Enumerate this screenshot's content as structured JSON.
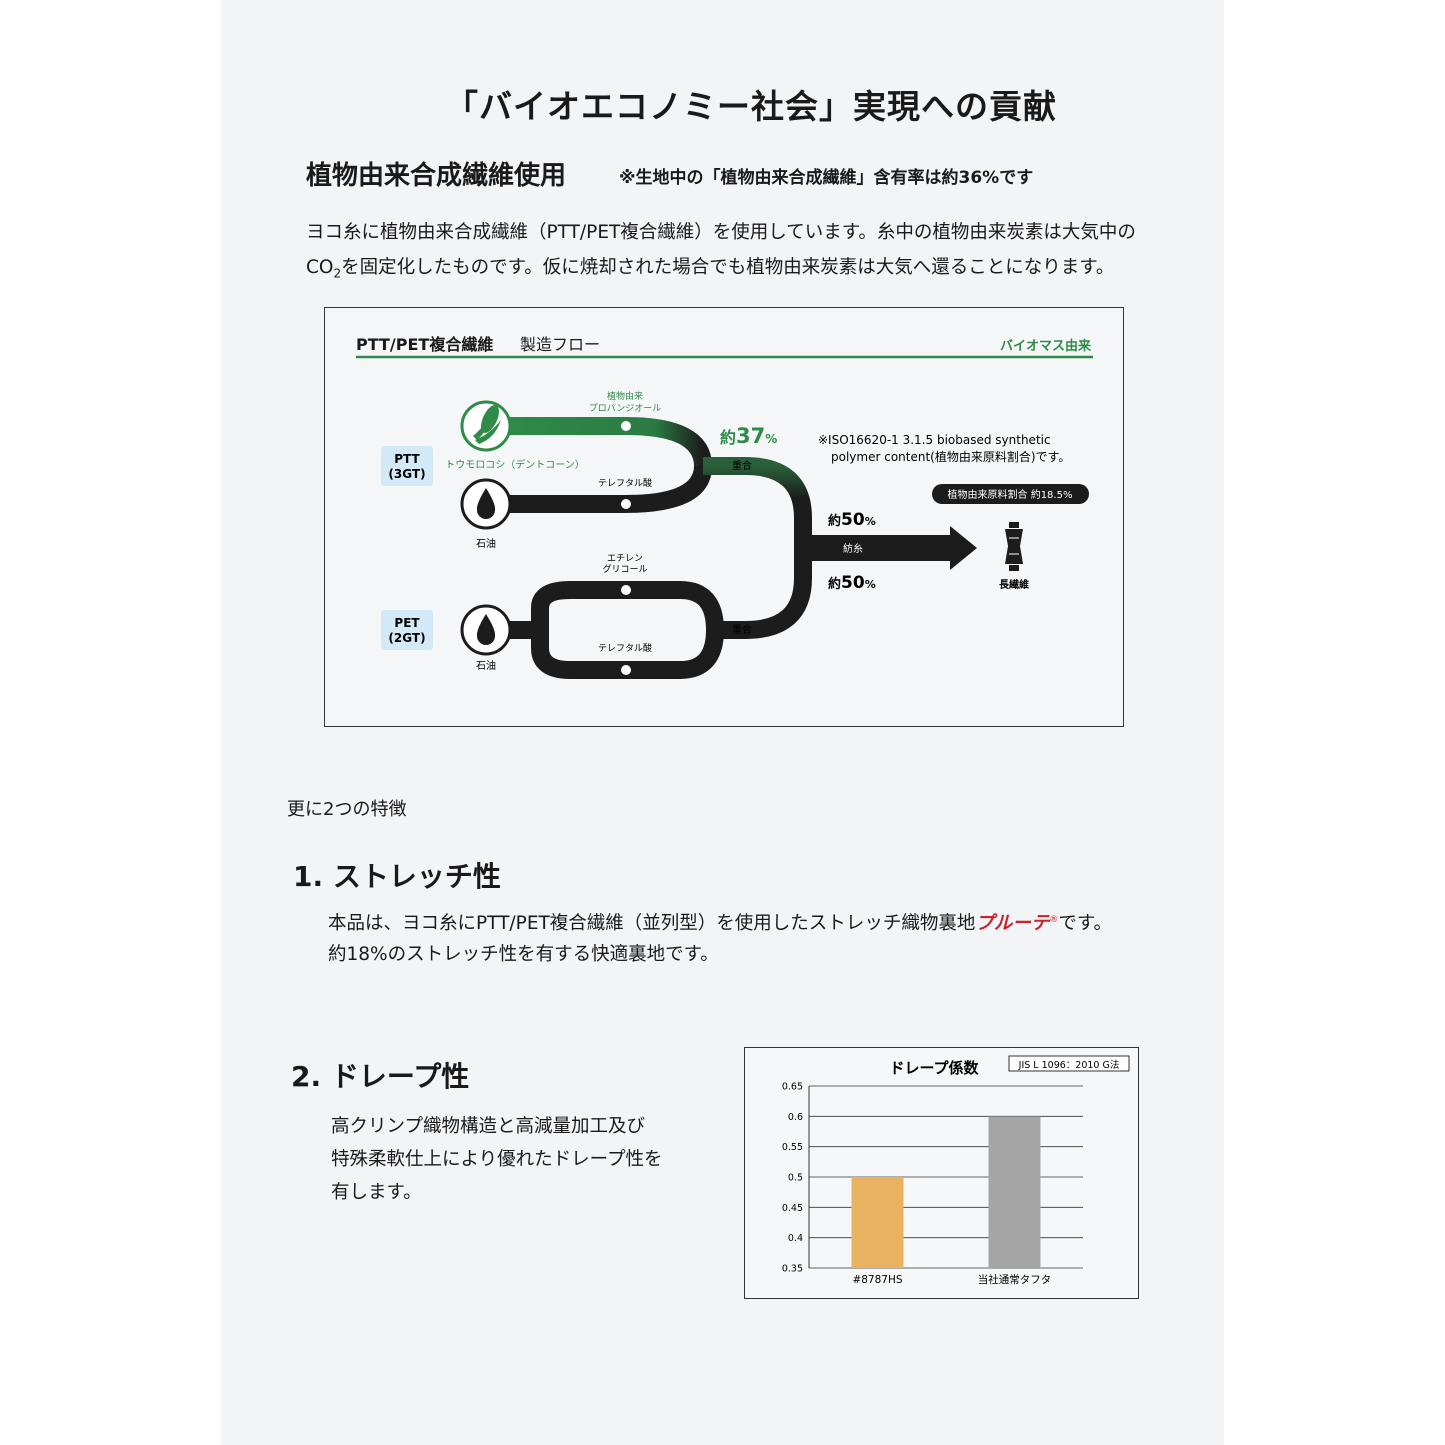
{
  "title": "「バイオエコノミー社会」実現への貢献",
  "section": {
    "heading": "植物由来合成繊維使用",
    "note": "※生地中の「植物由来合成繊維」含有率は約36%です",
    "intro_line1": "ヨコ糸に植物由来合成繊維（PTT/PET複合繊維）を使用しています。糸中の植物由来炭素は大気中の",
    "intro_co": "CO",
    "intro_sub": "2",
    "intro_line2": "を固定化したものです。仮に焼却された場合でも植物由来炭素は大気へ還ることになります。"
  },
  "flow": {
    "title_bold": "PTT/PET複合繊維",
    "title_rest": "製造フロー",
    "biomass_label": "バイオマス由来",
    "ptt_label": [
      "PTT",
      "(3GT)"
    ],
    "pet_label": [
      "PET",
      "(2GT)"
    ],
    "corn_label": "トウモロコシ（デントコーン）",
    "plant_source": [
      "植物由来",
      "プロパンジオール"
    ],
    "oil_label_1": "石油",
    "oil_label_2": "石油",
    "terephthalic_1": "テレフタル酸",
    "terephthalic_2": "テレフタル酸",
    "ethylene_glycol": [
      "エチレン",
      "グリコール"
    ],
    "polymerize_1": "重合",
    "polymerize_2": "重合",
    "pct37_prefix": "約",
    "pct37_num": "37",
    "pct37_unit": "%",
    "pct50a_prefix": "約",
    "pct50a_num": "50",
    "pct50a_unit": "%",
    "pct50b_prefix": "約",
    "pct50b_num": "50",
    "pct50b_unit": "%",
    "spinning": "紡糸",
    "iso_note": [
      "※ISO16620-1 3.1.5 biobased synthetic",
      "polymer content(植物由来原料割合)です。"
    ],
    "ratio_badge": "植物由来原料割合 約18.5%",
    "filament": "長繊維",
    "colors": {
      "green": "#2e8b48",
      "dark": "#1c1c1c",
      "badge_bg": "#d4e9f7"
    }
  },
  "features": {
    "intro": "更に2つの特徴",
    "stretch_heading": "1. ストレッチ性",
    "stretch_line1_a": "本品は、ヨコ糸にPTT/PET複合繊維（並列型）を使用したストレッチ織物裏地",
    "stretch_brand": "プルーテ",
    "stretch_reg": "®",
    "stretch_line1_b": "です。",
    "stretch_line2": "約18%のストレッチ性を有する快適裏地です。",
    "drape_heading": "2. ドレープ性",
    "drape_text": [
      "高クリンプ織物構造と高減量加工及び",
      "特殊柔軟仕上により優れたドレープ性を",
      "有します。"
    ]
  },
  "chart_data": {
    "type": "bar",
    "title": "ドレープ係数",
    "standard": "JIS L 1096：2010 G法",
    "categories": [
      "#8787HS",
      "当社通常タフタ"
    ],
    "values": [
      0.5,
      0.6
    ],
    "bar_colors": [
      "#e8b261",
      "#a5a5a5"
    ],
    "ylim": [
      0.35,
      0.65
    ],
    "yticks": [
      "0.35",
      "0.4",
      "0.45",
      "0.5",
      "0.55",
      "0.6",
      "0.65"
    ],
    "grid": true
  }
}
